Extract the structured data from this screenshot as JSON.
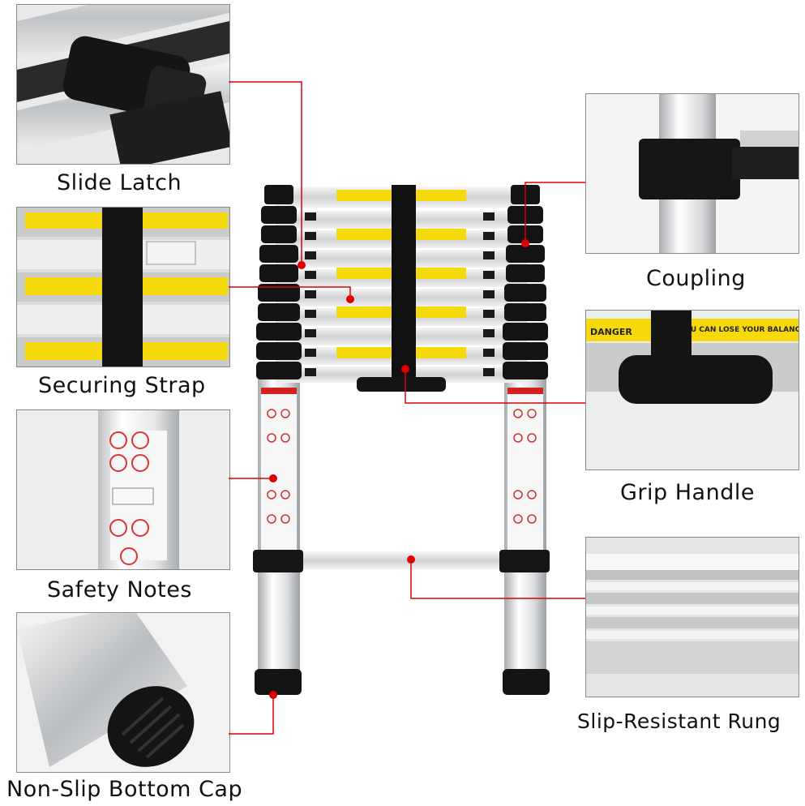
{
  "labels": {
    "slide_latch": "Slide Latch",
    "securing_strap": "Securing Strap",
    "safety_notes": "Safety Notes",
    "non_slip_bottom_cap": "Non-Slip Bottom Cap",
    "coupling": "Coupling",
    "grip_handle": "Grip Handle",
    "slip_resistant_rung": "Slip-Resistant Rung"
  },
  "sticker": {
    "danger": "DANGER",
    "balance": "YOU CAN LOSE YOUR BALANCE"
  },
  "colors": {
    "callout_line": "#e00000",
    "sticker_yellow": "#f5d90a",
    "aluminum": "#d6d8db",
    "rubber": "#1b1b1b"
  }
}
